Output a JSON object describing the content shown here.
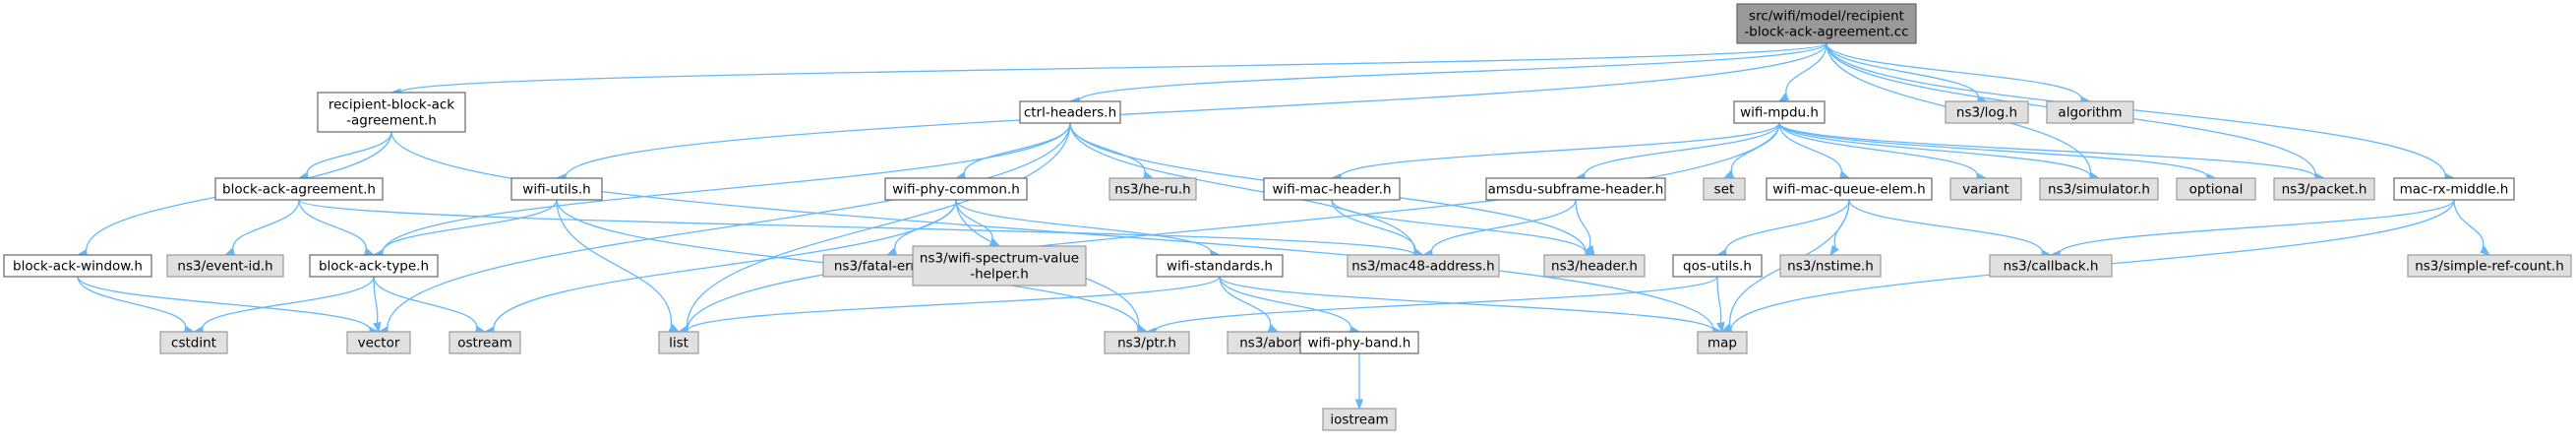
{
  "diagram": {
    "nodes": [
      {
        "id": "root",
        "lines": [
          "src/wifi/model/recipient",
          "-block-ack-agreement.cc"
        ],
        "kind": "root"
      },
      {
        "id": "rbaa",
        "lines": [
          "recipient-block-ack",
          "-agreement.h"
        ],
        "kind": "normal"
      },
      {
        "id": "ctrl",
        "lines": [
          "ctrl-headers.h"
        ],
        "kind": "normal"
      },
      {
        "id": "wifimpdu",
        "lines": [
          "wifi-mpdu.h"
        ],
        "kind": "normal"
      },
      {
        "id": "nslog",
        "lines": [
          "ns3/log.h"
        ],
        "kind": "external"
      },
      {
        "id": "algorithm",
        "lines": [
          "algorithm"
        ],
        "kind": "external"
      },
      {
        "id": "baa",
        "lines": [
          "block-ack-agreement.h"
        ],
        "kind": "normal"
      },
      {
        "id": "wifiutils",
        "lines": [
          "wifi-utils.h"
        ],
        "kind": "normal"
      },
      {
        "id": "phycommon",
        "lines": [
          "wifi-phy-common.h"
        ],
        "kind": "normal"
      },
      {
        "id": "heru",
        "lines": [
          "ns3/he-ru.h"
        ],
        "kind": "external"
      },
      {
        "id": "macheader",
        "lines": [
          "wifi-mac-header.h"
        ],
        "kind": "normal"
      },
      {
        "id": "amsdu",
        "lines": [
          "amsdu-subframe-header.h"
        ],
        "kind": "normal"
      },
      {
        "id": "set",
        "lines": [
          "set"
        ],
        "kind": "external"
      },
      {
        "id": "queueelem",
        "lines": [
          "wifi-mac-queue-elem.h"
        ],
        "kind": "normal"
      },
      {
        "id": "variant",
        "lines": [
          "variant"
        ],
        "kind": "external"
      },
      {
        "id": "simulator",
        "lines": [
          "ns3/simulator.h"
        ],
        "kind": "external"
      },
      {
        "id": "optional",
        "lines": [
          "optional"
        ],
        "kind": "external"
      },
      {
        "id": "packet",
        "lines": [
          "ns3/packet.h"
        ],
        "kind": "external"
      },
      {
        "id": "macrx",
        "lines": [
          "mac-rx-middle.h"
        ],
        "kind": "normal"
      },
      {
        "id": "baw",
        "lines": [
          "block-ack-window.h"
        ],
        "kind": "normal"
      },
      {
        "id": "eventid",
        "lines": [
          "ns3/event-id.h"
        ],
        "kind": "external"
      },
      {
        "id": "batype",
        "lines": [
          "block-ack-type.h"
        ],
        "kind": "normal"
      },
      {
        "id": "fatal",
        "lines": [
          "ns3/fatal-error.h"
        ],
        "kind": "external"
      },
      {
        "id": "spectrum",
        "lines": [
          "ns3/wifi-spectrum-value",
          "-helper.h"
        ],
        "kind": "external"
      },
      {
        "id": "standards",
        "lines": [
          "wifi-standards.h"
        ],
        "kind": "normal"
      },
      {
        "id": "mac48",
        "lines": [
          "ns3/mac48-address.h"
        ],
        "kind": "external"
      },
      {
        "id": "header",
        "lines": [
          "ns3/header.h"
        ],
        "kind": "external"
      },
      {
        "id": "qosutils",
        "lines": [
          "qos-utils.h"
        ],
        "kind": "normal"
      },
      {
        "id": "nstime",
        "lines": [
          "ns3/nstime.h"
        ],
        "kind": "external"
      },
      {
        "id": "callback",
        "lines": [
          "ns3/callback.h"
        ],
        "kind": "external"
      },
      {
        "id": "simpleref",
        "lines": [
          "ns3/simple-ref-count.h"
        ],
        "kind": "external"
      },
      {
        "id": "cstdint",
        "lines": [
          "cstdint"
        ],
        "kind": "external"
      },
      {
        "id": "vector",
        "lines": [
          "vector"
        ],
        "kind": "external"
      },
      {
        "id": "ostream",
        "lines": [
          "ostream"
        ],
        "kind": "external"
      },
      {
        "id": "list",
        "lines": [
          "list"
        ],
        "kind": "external"
      },
      {
        "id": "ptr",
        "lines": [
          "ns3/ptr.h"
        ],
        "kind": "external"
      },
      {
        "id": "abort",
        "lines": [
          "ns3/abort.h"
        ],
        "kind": "external"
      },
      {
        "id": "phyband",
        "lines": [
          "wifi-phy-band.h"
        ],
        "kind": "normal"
      },
      {
        "id": "map",
        "lines": [
          "map"
        ],
        "kind": "external"
      },
      {
        "id": "iostream",
        "lines": [
          "iostream"
        ],
        "kind": "external"
      }
    ],
    "edges": [
      [
        "root",
        "rbaa"
      ],
      [
        "root",
        "ctrl"
      ],
      [
        "root",
        "wifimpdu"
      ],
      [
        "root",
        "nslog"
      ],
      [
        "root",
        "algorithm"
      ],
      [
        "root",
        "wifiutils"
      ],
      [
        "root",
        "simulator"
      ],
      [
        "root",
        "packet"
      ],
      [
        "root",
        "macrx"
      ],
      [
        "rbaa",
        "baa"
      ],
      [
        "rbaa",
        "baw"
      ],
      [
        "rbaa",
        "map"
      ],
      [
        "ctrl",
        "batype"
      ],
      [
        "ctrl",
        "phycommon"
      ],
      [
        "ctrl",
        "heru"
      ],
      [
        "ctrl",
        "mac48"
      ],
      [
        "ctrl",
        "header"
      ],
      [
        "ctrl",
        "list"
      ],
      [
        "ctrl",
        "vector"
      ],
      [
        "wifimpdu",
        "macheader"
      ],
      [
        "wifimpdu",
        "amsdu"
      ],
      [
        "wifimpdu",
        "set"
      ],
      [
        "wifimpdu",
        "queueelem"
      ],
      [
        "wifimpdu",
        "variant"
      ],
      [
        "wifimpdu",
        "simulator"
      ],
      [
        "wifimpdu",
        "optional"
      ],
      [
        "wifimpdu",
        "packet"
      ],
      [
        "wifimpdu",
        "list"
      ],
      [
        "baa",
        "eventid"
      ],
      [
        "baa",
        "batype"
      ],
      [
        "baa",
        "mac48"
      ],
      [
        "wifiutils",
        "batype"
      ],
      [
        "wifiutils",
        "list"
      ],
      [
        "wifiutils",
        "ptr"
      ],
      [
        "phycommon",
        "fatal"
      ],
      [
        "phycommon",
        "spectrum"
      ],
      [
        "phycommon",
        "standards"
      ],
      [
        "phycommon",
        "ptr"
      ],
      [
        "phycommon",
        "ostream"
      ],
      [
        "macheader",
        "mac48"
      ],
      [
        "macheader",
        "header"
      ],
      [
        "amsdu",
        "mac48"
      ],
      [
        "amsdu",
        "header"
      ],
      [
        "queueelem",
        "qosutils"
      ],
      [
        "queueelem",
        "nstime"
      ],
      [
        "queueelem",
        "callback"
      ],
      [
        "queueelem",
        "map"
      ],
      [
        "macrx",
        "callback"
      ],
      [
        "macrx",
        "simpleref"
      ],
      [
        "macrx",
        "map"
      ],
      [
        "baw",
        "cstdint"
      ],
      [
        "baw",
        "vector"
      ],
      [
        "batype",
        "cstdint"
      ],
      [
        "batype",
        "vector"
      ],
      [
        "batype",
        "ostream"
      ],
      [
        "standards",
        "list"
      ],
      [
        "standards",
        "abort"
      ],
      [
        "standards",
        "phyband"
      ],
      [
        "standards",
        "map"
      ],
      [
        "qosutils",
        "ptr"
      ],
      [
        "qosutils",
        "map"
      ],
      [
        "phyband",
        "iostream"
      ]
    ]
  }
}
